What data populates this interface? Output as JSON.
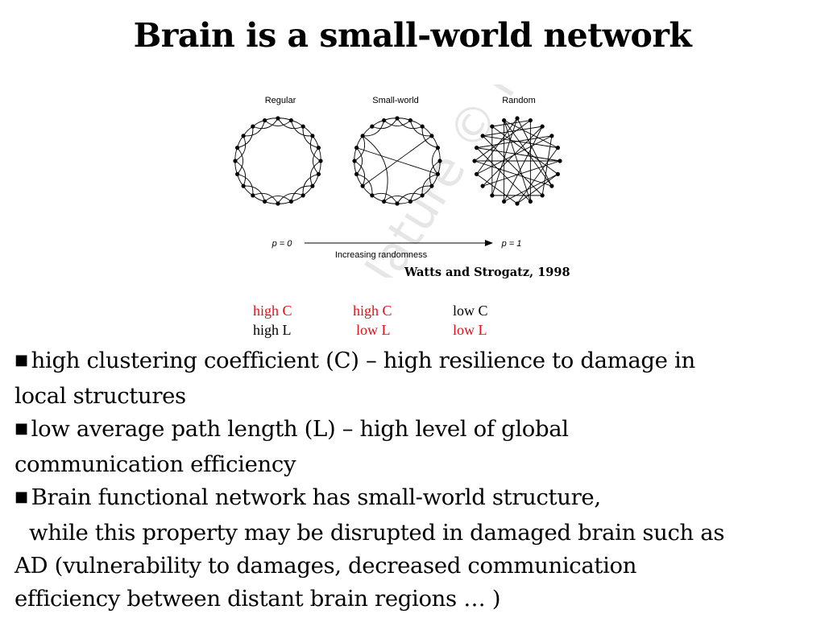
{
  "title": "Brain is a small-world network",
  "figure": {
    "panels": [
      "Regular",
      "Small-world",
      "Random"
    ],
    "p_left": "p = 0",
    "p_right": "p = 1",
    "axis_label": "Increasing randomness",
    "watermark": "Nature © Ma",
    "credit": "Watts and Strogatz, 1998"
  },
  "metrics": [
    {
      "c": "high C",
      "l": "high L"
    },
    {
      "c": "high C",
      "l": "low L"
    },
    {
      "c": "low C",
      "l": "low L"
    }
  ],
  "bullets": [
    {
      "text": "high clustering coefficient (C) – high resilience to damage in",
      "cont": "local structures"
    },
    {
      "text": "low average path length (L) – high level of global",
      "cont": "communication efficiency"
    },
    {
      "text": "Brain functional network has small-world structure,",
      "cont2": "while this property may be disrupted in damaged brain such as",
      "cont3": "AD (vulnerability to damages, decreased communication",
      "cont4": "efficiency between distant brain regions … )"
    }
  ],
  "colors": {
    "highlight": "#e3101a",
    "text": "#000000",
    "watermark": "#e6e6e6"
  }
}
